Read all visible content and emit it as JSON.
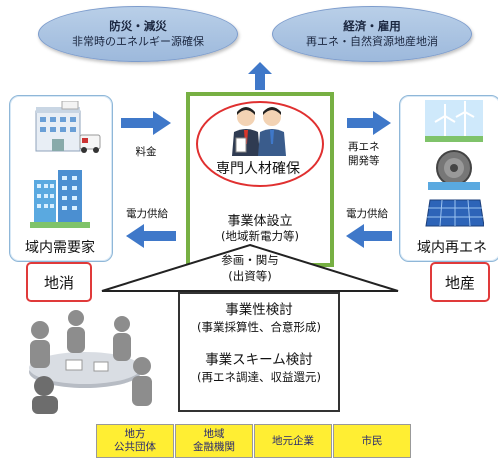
{
  "top": {
    "left": {
      "title": "防災・減災",
      "sub": "非常時のエネルギー源確保"
    },
    "right": {
      "title": "経済・雇用",
      "sub": "再エネ・自然資源地産地消"
    }
  },
  "left_panel": {
    "label": "域内需要家"
  },
  "right_panel": {
    "label": "域内再エネ"
  },
  "center": {
    "oval_label": "専門人材確保",
    "line1": "事業体設立",
    "line2": "(地域新電力等)"
  },
  "arrows": {
    "fee": "料金",
    "power_left": "電力供給",
    "re_dev_1": "再エネ",
    "re_dev_2": "開発等",
    "power_right": "電力供給"
  },
  "tags": {
    "left": "地消",
    "right": "地産"
  },
  "participation": {
    "line1": "参画・関与",
    "line2": "(出資等)"
  },
  "study": {
    "line1": "事業性検討",
    "line2": "(事業採算性、合意形成)",
    "line3": "事業スキーム検討",
    "line4": "(再エネ調達、収益還元)"
  },
  "stakeholders": [
    {
      "line1": "地方",
      "line2": "公共団体"
    },
    {
      "line1": "地域",
      "line2": "金融機関"
    },
    {
      "line1": "地元企業",
      "line2": ""
    },
    {
      "line1": "市民",
      "line2": ""
    }
  ],
  "colors": {
    "arrow_blue": "#3f78c9",
    "frame_green": "#77b043",
    "red": "#e03030",
    "yellow": "#ffee33"
  }
}
